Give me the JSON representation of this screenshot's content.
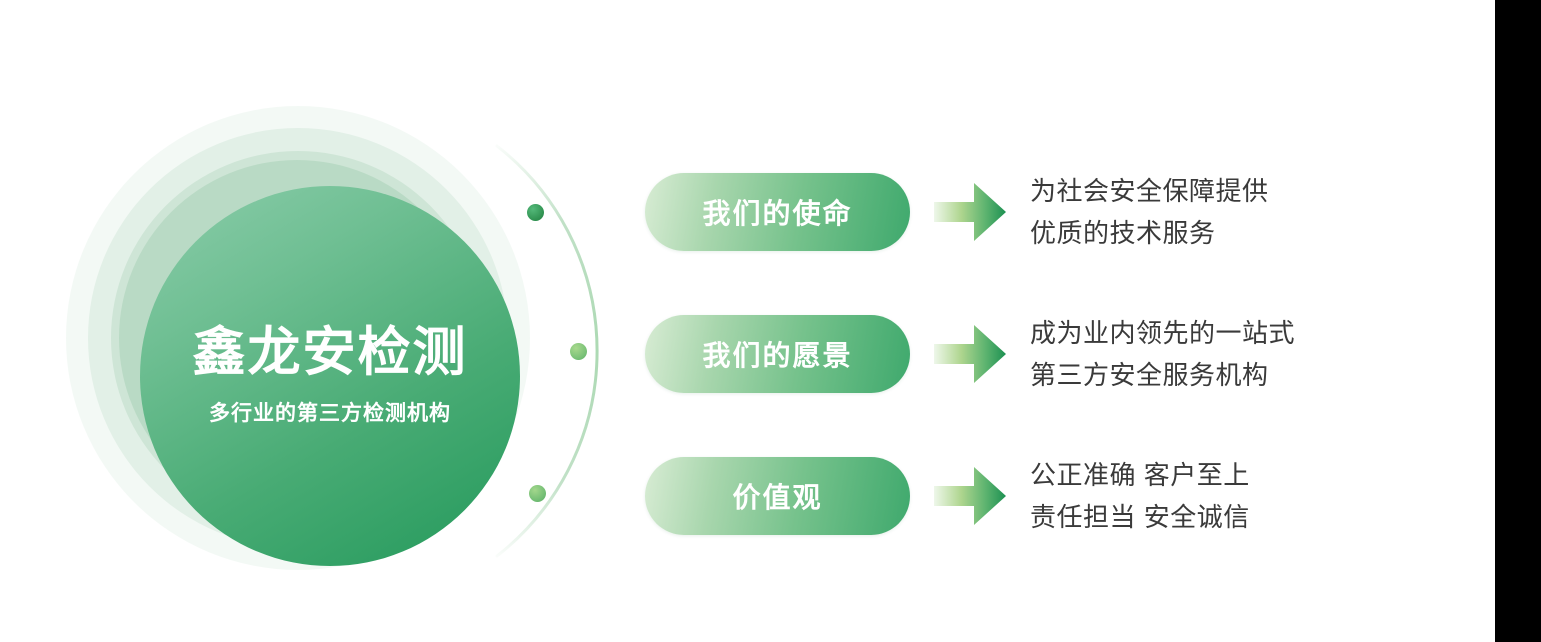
{
  "brand": {
    "title": "鑫龙安检测",
    "subtitle": "多行业的第三方检测机构",
    "core_gradient_from": "#8ccdab",
    "core_gradient_to": "#23995b"
  },
  "decor": {
    "arc_color": "#8fc99a",
    "dots": [
      {
        "name": "orbit-dot-top",
        "color": "#2f9150"
      },
      {
        "name": "orbit-dot-middle",
        "color": "#79c177"
      },
      {
        "name": "orbit-dot-bottom",
        "color": "#72bd74"
      }
    ]
  },
  "arrow": {
    "gradient_from": "#eef6ea",
    "gradient_to": "#1f9153"
  },
  "rows": [
    {
      "pill_label": "我们的使命",
      "arrow_icon": "arrow-right-icon",
      "desc_line_1": "为社会安全保障提供",
      "desc_line_2": "优质的技术服务"
    },
    {
      "pill_label": "我们的愿景",
      "arrow_icon": "arrow-right-icon",
      "desc_line_1": "成为业内领先的一站式",
      "desc_line_2": "第三方安全服务机构"
    },
    {
      "pill_label": "价值观",
      "arrow_icon": "arrow-right-icon",
      "desc_line_1": "公正准确  客户至上",
      "desc_line_2": "责任担当  安全诚信"
    }
  ]
}
